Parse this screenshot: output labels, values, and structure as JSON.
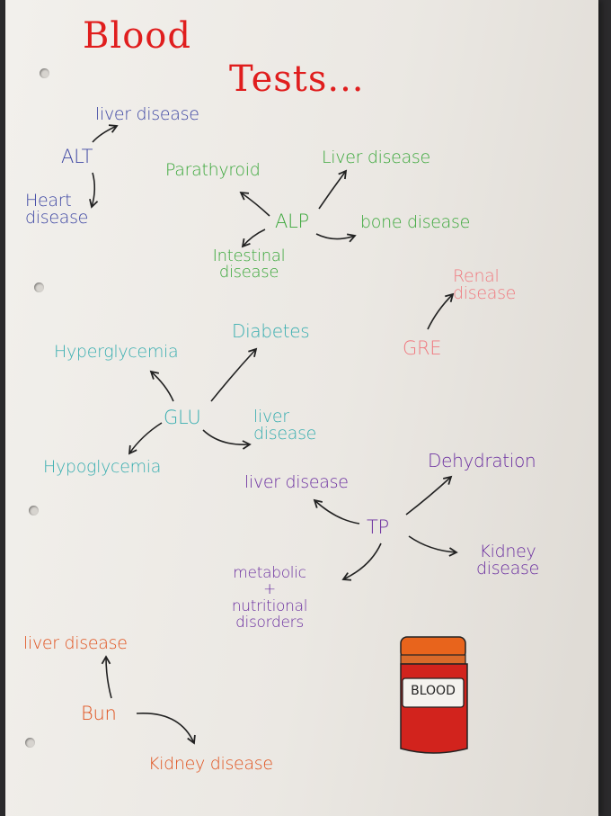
{
  "title": {
    "line1": "Blood",
    "line2": "Tests..."
  },
  "groups": {
    "alt": {
      "label": "ALT",
      "up": "liver disease",
      "down": "Heart\ndisease"
    },
    "alp": {
      "label": "ALP",
      "up_left": "Parathyroid",
      "up_right": "Liver disease",
      "right": "bone disease",
      "down_left": "Intestinal\ndisease"
    },
    "gre": {
      "label": "GRE",
      "up": "Renal\ndisease"
    },
    "glu": {
      "label": "GLU",
      "up_left": "Hyperglycemia",
      "up_right": "Diabetes",
      "right": "liver\ndisease",
      "down_left": "Hypoglycemia"
    },
    "tp": {
      "label": "TP",
      "up_right": "Dehydration",
      "left": "liver disease",
      "right": "Kidney\ndisease",
      "down_left": "metabolic\n+\nnutritional\ndisorders"
    },
    "bun": {
      "label": "Bun",
      "up": "liver disease",
      "right": "Kidney disease"
    }
  },
  "jar": {
    "label": "BLOOD"
  },
  "colors": {
    "title": "#e01e1e",
    "alt": "#3d46a3",
    "alp": "#3aa73a",
    "gre": "#f07a80",
    "glu": "#39aeb0",
    "tp": "#6b2fa0",
    "bun": "#e0521e",
    "jar_red": "#d2231d",
    "jar_lid": "#e8641c"
  }
}
